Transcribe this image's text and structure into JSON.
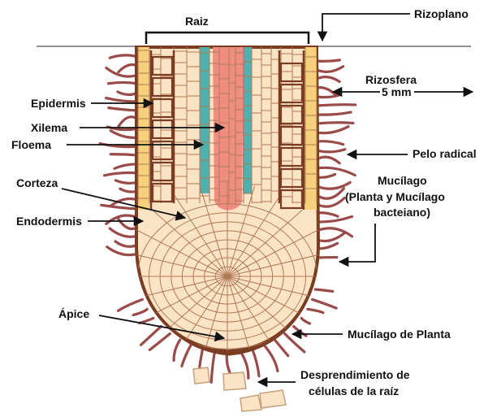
{
  "labels": {
    "raiz": "Raiz",
    "rizoplano": "Rizoplano",
    "rizosfera": "Rizosfera",
    "rizosfera_dist": "5 mm",
    "epidermis": "Epidermis",
    "xilema": "Xilema",
    "floema": "Floema",
    "corteza": "Corteza",
    "endodermis": "Endodermis",
    "pelo_radical": "Pelo radical",
    "mucilago_1": "Mucílago",
    "mucilago_2": "(Planta y Mucílago",
    "mucilago_3": "bacteiano)",
    "apice": "Ápice",
    "mucilago_planta": "Mucílago de Planta",
    "desprend_1": "Desprendimiento de",
    "desprend_2": "células de la raíz"
  },
  "colors": {
    "cortex_fill": "#fbe3c6",
    "cell_line": "#7a3d22",
    "epidermis_yellow": "#f6d07a",
    "xylem_red": "#ef8d80",
    "phloem_teal": "#4fb1ad",
    "root_hair": "#9b4a4a",
    "arrow": "#111111"
  }
}
